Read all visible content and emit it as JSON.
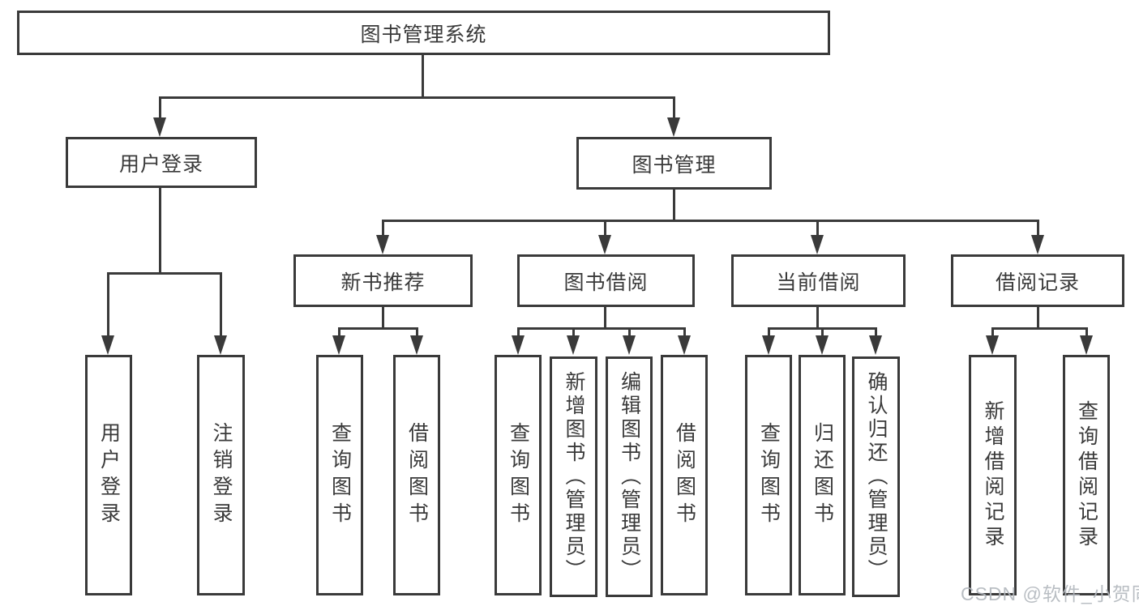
{
  "diagram": {
    "title": "图书管理系统",
    "level2": [
      {
        "label": "用户登录"
      },
      {
        "label": "图书管理"
      }
    ],
    "level3": [
      {
        "label": "新书推荐"
      },
      {
        "label": "图书借阅"
      },
      {
        "label": "当前借阅"
      },
      {
        "label": "借阅记录"
      }
    ],
    "leaves": [
      {
        "label": "用户登录",
        "parent": "用户登录"
      },
      {
        "label": "注销登录",
        "parent": "用户登录"
      },
      {
        "label": "查询图书",
        "parent": "新书推荐"
      },
      {
        "label": "借阅图书",
        "parent": "新书推荐"
      },
      {
        "label": "查询图书",
        "parent": "图书借阅"
      },
      {
        "label": "新增图书（管理员）",
        "parent": "图书借阅"
      },
      {
        "label": "编辑图书（管理员）",
        "parent": "图书借阅"
      },
      {
        "label": "借阅图书",
        "parent": "图书借阅"
      },
      {
        "label": "查询图书",
        "parent": "当前借阅"
      },
      {
        "label": "归还图书",
        "parent": "当前借阅"
      },
      {
        "label": "确认归还（管理员）",
        "parent": "当前借阅"
      },
      {
        "label": "新增借阅记录",
        "parent": "借阅记录"
      },
      {
        "label": "查询借阅记录",
        "parent": "借阅记录"
      }
    ],
    "watermark": "CSDN @软件_小贺同学",
    "colors": {
      "line": "#3a3a3a",
      "text": "#3a3a3a",
      "watermark": "#b2b7bd",
      "background": "#ffffff"
    }
  }
}
